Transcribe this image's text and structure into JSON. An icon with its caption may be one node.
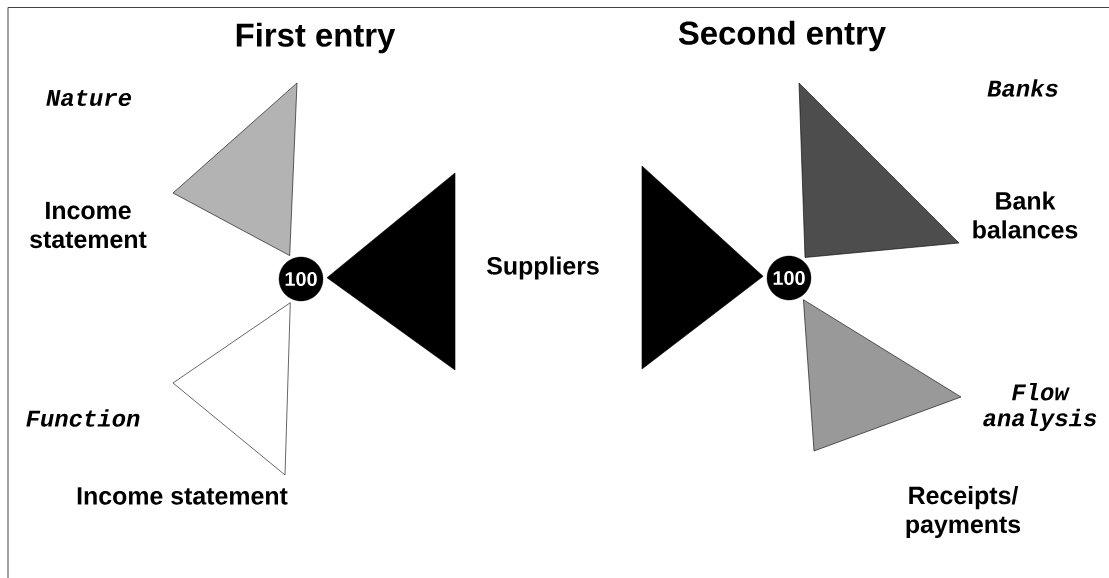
{
  "diagram": {
    "nodes": [
      {
        "text": [
          "100"
        ]
      },
      {
        "text": [
          "100"
        ]
      },
      {
        "text": [],
        "shape": "triangle"
      },
      {
        "text": [],
        "shape": "triangle"
      },
      {
        "text": [],
        "shape": "triangle"
      },
      {
        "text": [],
        "shape": "triangle"
      },
      {
        "text": [],
        "shape": "triangle"
      },
      {
        "text": [],
        "shape": "triangle"
      }
    ],
    "labels": [
      "First entry",
      "Second entry",
      "Nature",
      "Income statement",
      "Function",
      "Income statement",
      "Suppliers",
      "Banks",
      "Bank balances",
      "Flow analysis",
      "Receipts/ payments"
    ]
  }
}
